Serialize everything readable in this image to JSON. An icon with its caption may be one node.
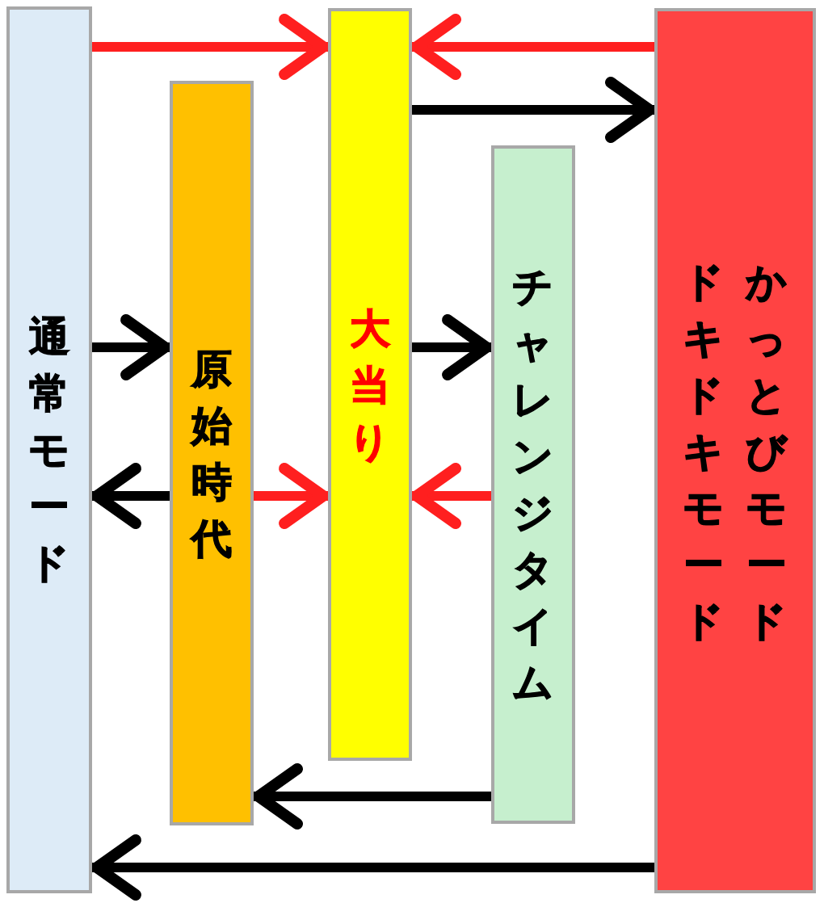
{
  "diagram": {
    "nodes": [
      {
        "text": [
          "通常モード"
        ]
      },
      {
        "text": [
          "原始時代"
        ]
      },
      {
        "text": [
          "大当り"
        ]
      },
      {
        "text": [
          "チャレンジタイム"
        ]
      },
      {
        "text": [
          "ドキドキモード",
          "かっとびモード"
        ]
      }
    ],
    "edges": [
      {
        "from": 0,
        "to": 2,
        "arrow": "to",
        "color": "#ff1f1f"
      },
      {
        "from": 4,
        "to": 2,
        "arrow": "to",
        "color": "#ff1f1f"
      },
      {
        "from": 2,
        "to": 4,
        "arrow": "to"
      },
      {
        "from": 0,
        "to": 1,
        "arrow": "to"
      },
      {
        "from": 2,
        "to": 3,
        "arrow": "to"
      },
      {
        "from": 1,
        "to": 0,
        "arrow": "to"
      },
      {
        "from": 1,
        "to": 2,
        "arrow": "to",
        "color": "#ff1f1f"
      },
      {
        "from": 3,
        "to": 2,
        "arrow": "to",
        "color": "#ff1f1f"
      },
      {
        "from": 3,
        "to": 1,
        "arrow": "to"
      },
      {
        "from": 4,
        "to": 0,
        "arrow": "to"
      }
    ]
  }
}
